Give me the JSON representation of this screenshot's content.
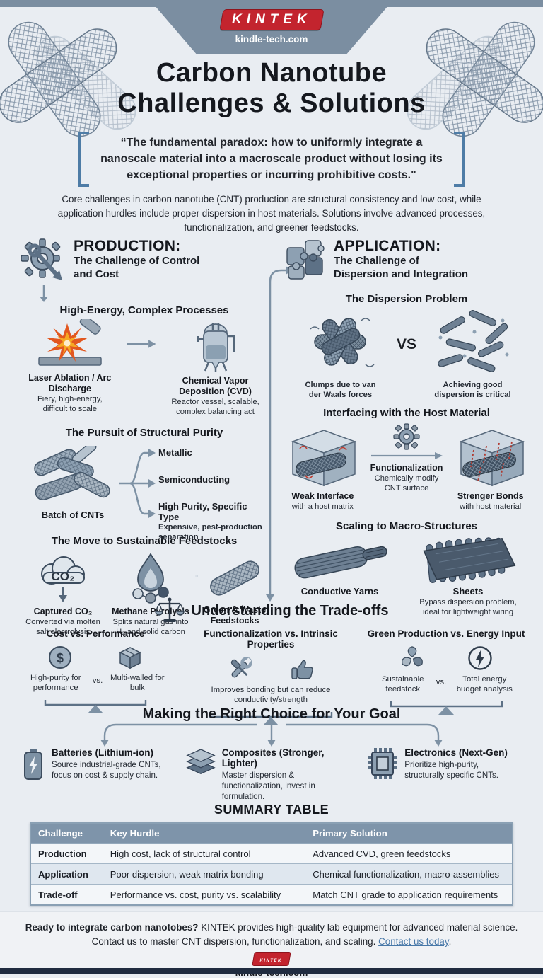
{
  "colors": {
    "brand_red": "#c3242e",
    "banner_slate": "#7b8ea1",
    "steel_blue": "#4e7ca6",
    "link_blue": "#4878a8",
    "navy_bar": "#202c40"
  },
  "header": {
    "logo_text": "KINTEK",
    "site": "kindle-tech.com",
    "title_line1": "Carbon Nanotube",
    "title_line2": "Challenges & Solutions"
  },
  "quote": "“The fundamental paradox: how to uniformly integrate a nanoscale material into a macroscale product without losing its exceptional properties or incurring prohibitive costs.\"",
  "intro": "Core challenges in carbon nanotube (CNT) production are structural consistency and low cost, while application hurdles include proper dispersion in host materials. Solutions involve advanced processes, functionalization, and greener feedstocks.",
  "production": {
    "title": "PRODUCTION:",
    "subtitle": "The Challenge of Control and Cost",
    "processes": {
      "heading": "High-Energy, Complex Processes",
      "item1_title": "Laser Ablation / Arc Discharge",
      "item1_desc": "Fiery, high-energy, difficult to scale",
      "item2_title": "Chemical Vapor Deposition (CVD)",
      "item2_desc": "Reactor vessel, scalable, complex balancing act"
    },
    "purity": {
      "heading": "The Pursuit of Structural Purity",
      "source_label": "Batch of CNTs",
      "branch1": "Metallic",
      "branch2": "Semiconducting",
      "branch3": "High Purity, Specific Type",
      "branch3_note": "Expensive, pest-production separation"
    },
    "feedstocks": {
      "heading": "The Move to Sustainable Feedstocks",
      "item1_title": "Captured CO₂",
      "item1_desc": "Converted via molten salt electrolysis",
      "item2_title": "Methane Pyrolysis",
      "item2_desc": "Splits natural gas into H₂ and solid carbon",
      "item3_title": "Green & Waste Feedstocks"
    }
  },
  "application": {
    "title": "APPLICATION:",
    "subtitle": "The Challenge of Dispersion and Integration",
    "dispersion": {
      "heading": "The Dispersion Problem",
      "left_caption": "Clumps due to van der Waals forces",
      "vs": "VS",
      "right_caption": "Achieving good dispersion is critical"
    },
    "interfacing": {
      "heading": "Interfacing with the Host Material",
      "left_title": "Weak Interface",
      "left_desc": "with a host matrix",
      "center_title": "Functionalization",
      "center_desc": "Chemically modify CNT surface",
      "right_title": "Strenger Bonds",
      "right_desc": "with host material"
    },
    "macro": {
      "heading": "Scaling to Macro-Structures",
      "left_title": "Conductive Yarns",
      "right_title": "Sheets",
      "right_desc": "Bypass dispersion problem, ideal for lightweight wiring"
    }
  },
  "tradeoffs": {
    "heading": "Understanding the Trade-offs",
    "columns": [
      {
        "title": "Cost vs. Performance",
        "left": "High-purity for performance",
        "vs": "vs.",
        "right": "Multi-walled for bulk"
      },
      {
        "title": "Functionalization vs. Intrinsic Properties",
        "note": "Improves bonding but can reduce conductivity/strength"
      },
      {
        "title": "Green Production vs. Energy Input",
        "left": "Sustainable feedstock",
        "vs": "vs.",
        "right": "Total energy budget analysis"
      }
    ]
  },
  "choices": {
    "heading": "Making the Right Choice for Your Goal",
    "items": [
      {
        "title": "Batteries (Lithium-ion)",
        "desc": "Source industrial-grade CNTs, focus on cost & supply chain."
      },
      {
        "title": "Composites (Stronger, Lighter)",
        "desc": "Master dispersion & functionalization, invest in formulation."
      },
      {
        "title": "Electronics (Next-Gen)",
        "desc": "Prioritize high-purity, structurally specific CNTs."
      }
    ]
  },
  "summary": {
    "heading": "SUMMARY TABLE",
    "columns": [
      "Challenge",
      "Key Hurdle",
      "Primary Solution"
    ],
    "rows": [
      [
        "Production",
        "High cost, lack of structural control",
        "Advanced CVD, green feedstocks"
      ],
      [
        "Application",
        "Poor dispersion, weak matrix bonding",
        "Chemical functionalization, macro-assemblies"
      ],
      [
        "Trade-off",
        "Performance vs. cost, purity vs. scalability",
        "Match CNT grade to application requirements"
      ]
    ]
  },
  "footer": {
    "cta_bold": "Ready to integrate carbon nanotobes?",
    "cta_text": " KINTEK provides high-quality lab equipment for advanced material science. Contact us to master CNT dispersion, functionalization, and scaling. ",
    "cta_link": "Contact us today",
    "cta_period": ".",
    "logo_text": "KINTEK",
    "site": "kindle-tech.com"
  }
}
